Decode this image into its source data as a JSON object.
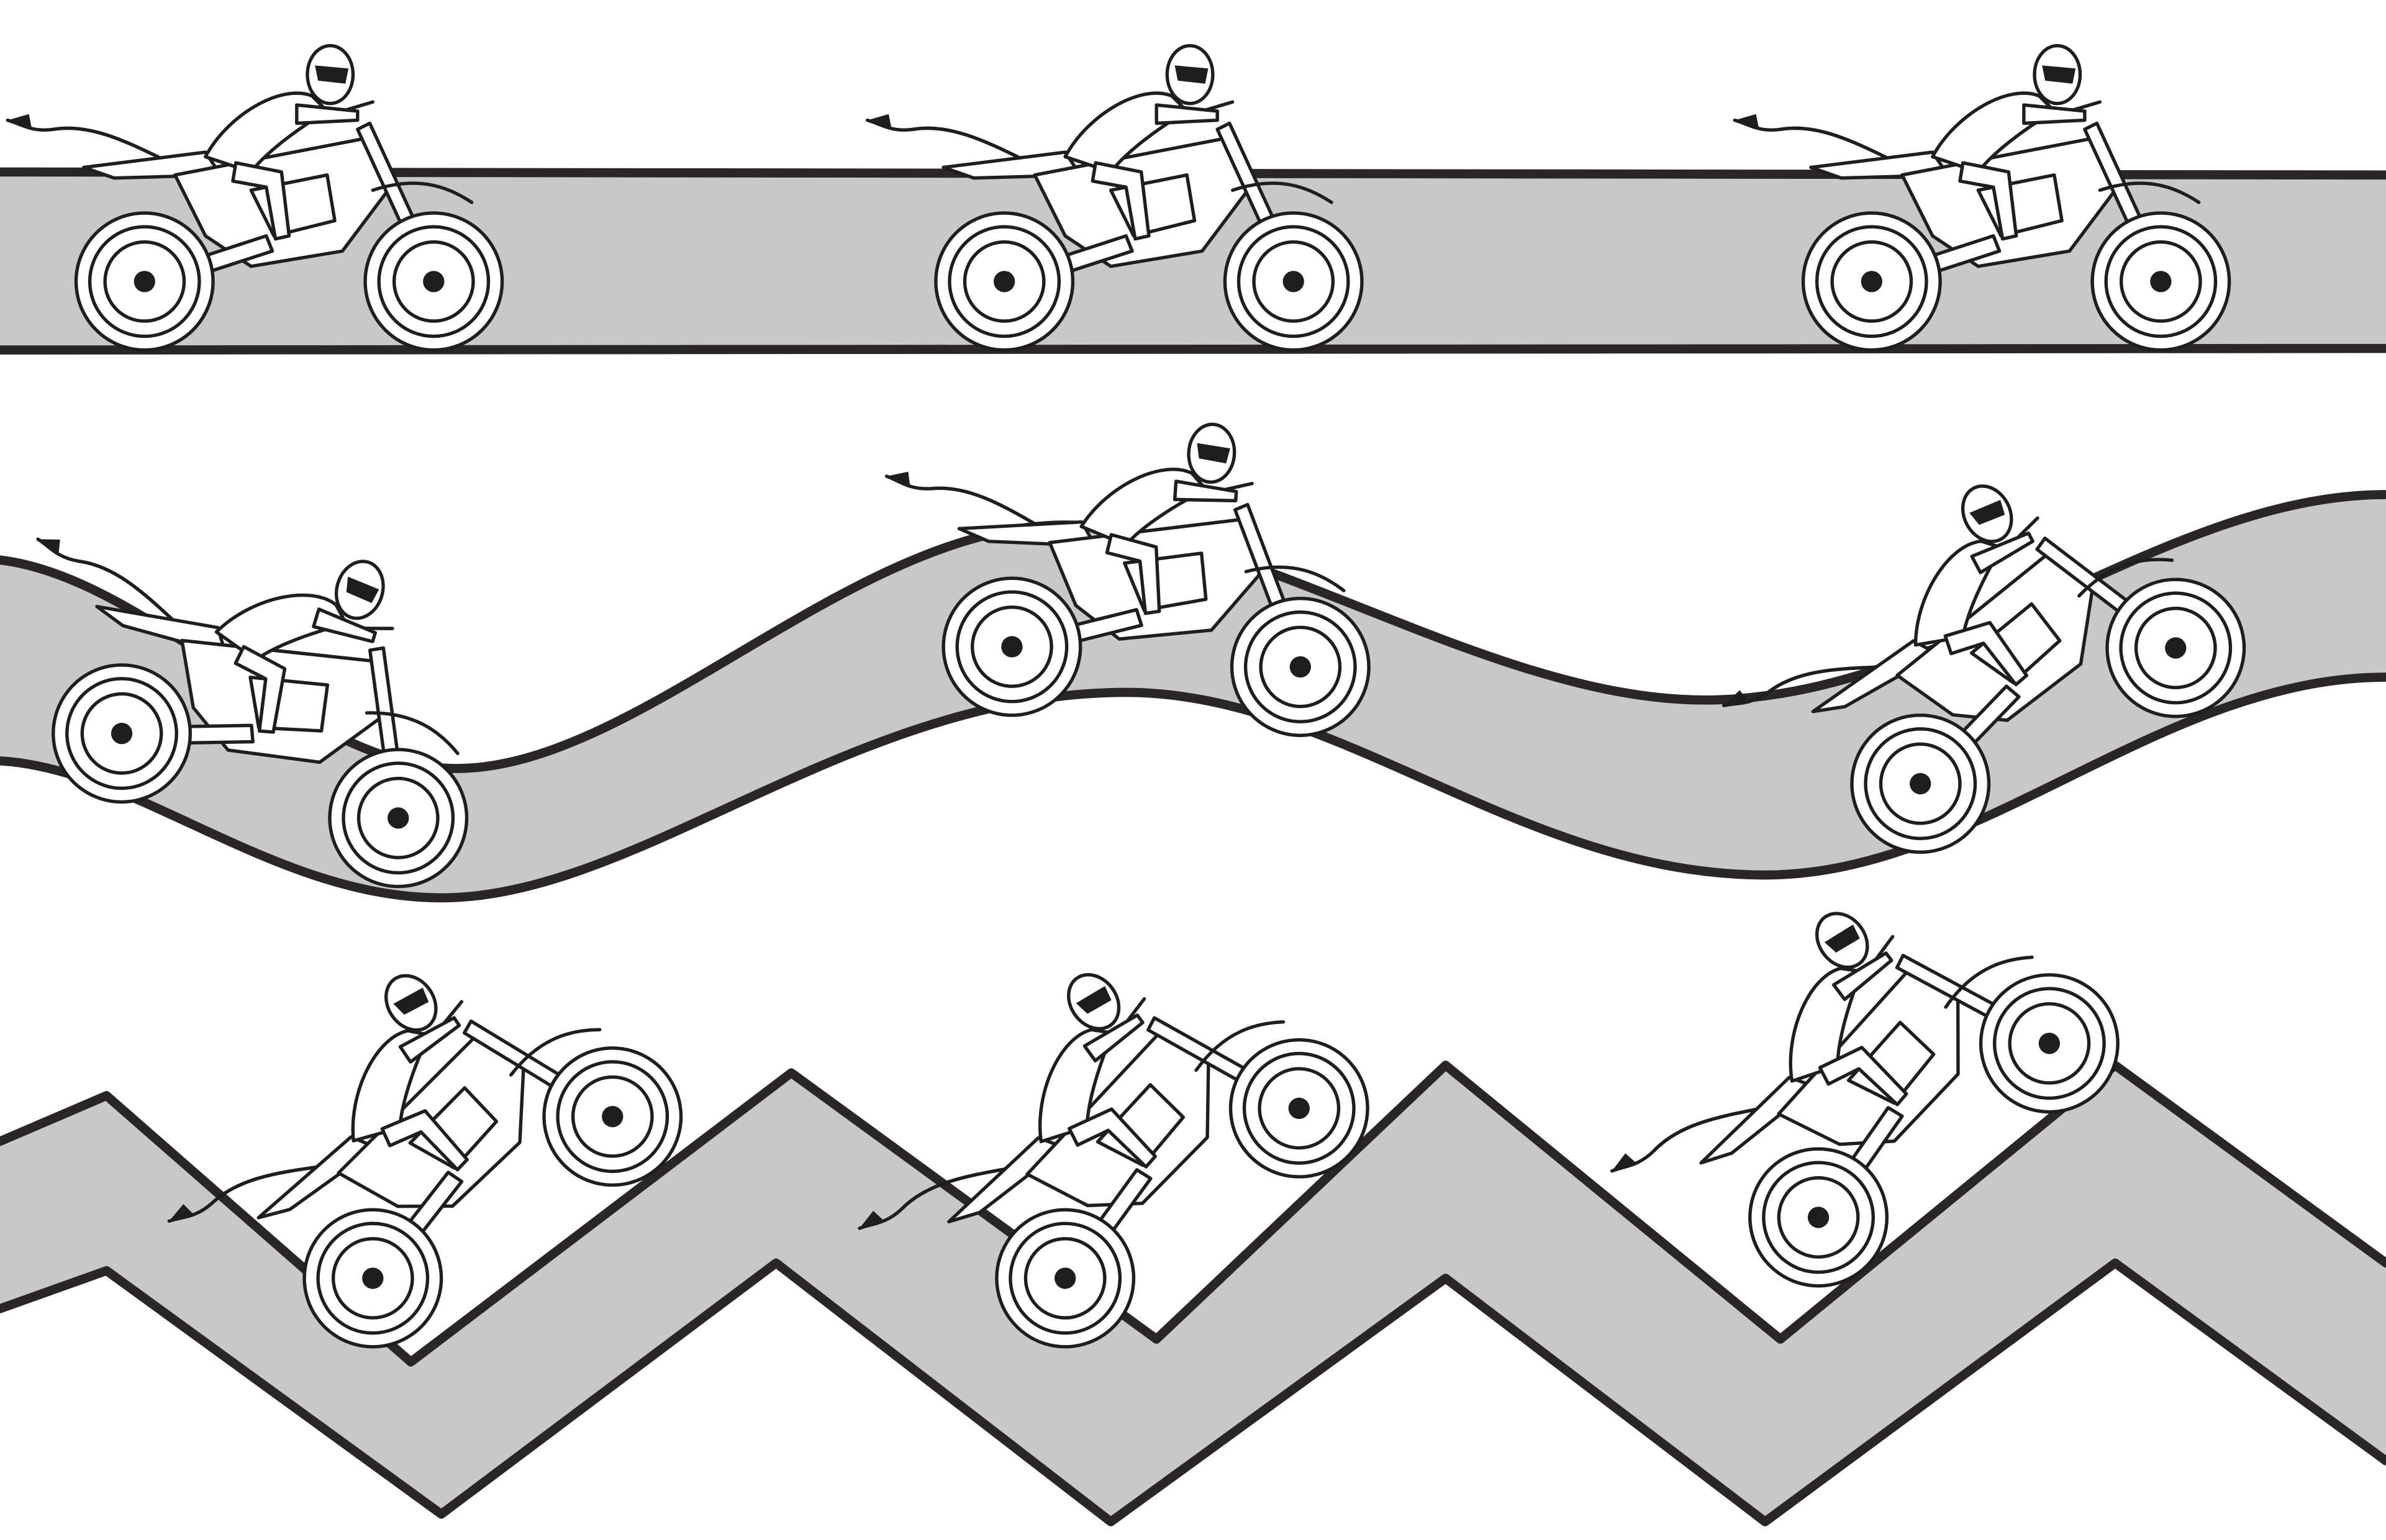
{
  "scene": {
    "rows": [
      {
        "terrain": "flat",
        "riders": 3,
        "pose": "level"
      },
      {
        "terrain": "wavy",
        "riders": 3,
        "pose": "following-slope"
      },
      {
        "terrain": "zigzag",
        "riders": 3,
        "pose": "wheelie"
      }
    ]
  },
  "colors": {
    "track_fill": "#c8c8c8",
    "track_edge": "#2a2626",
    "ink": "#1e1e1e",
    "background": "#ffffff"
  }
}
